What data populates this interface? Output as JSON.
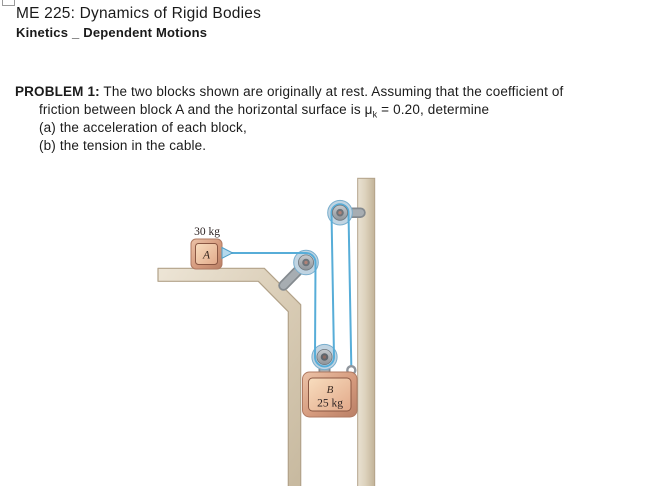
{
  "header": {
    "course_title": "ME 225: Dynamics of Rigid Bodies",
    "lecture_subtitle": "Kinetics _ Dependent Motions"
  },
  "problem": {
    "label": "PROBLEM 1:",
    "line1": " The two blocks shown are originally at rest. Assuming that the coefficient of",
    "line2_pre": "friction between block A and the horizontal surface is μ",
    "line2_sub": "k",
    "line2_post": " = 0.20, determine",
    "part_a": "(a) the acceleration of each block,",
    "part_b": "(b) the tension in the cable."
  },
  "diagram": {
    "block_a": {
      "letter": "A",
      "mass_label": "30 kg"
    },
    "block_b": {
      "letter": "B",
      "mass_label": "25 kg"
    },
    "colors": {
      "cable": "#57add8",
      "wall_fill": "#d9cdb8",
      "wall_edge": "#b2a289",
      "block_face": "#d59a7d",
      "block_panel": "#f0d2b2",
      "pulley_rim": "#c0d4e2",
      "metal_gray": "#9aa0a5"
    }
  }
}
